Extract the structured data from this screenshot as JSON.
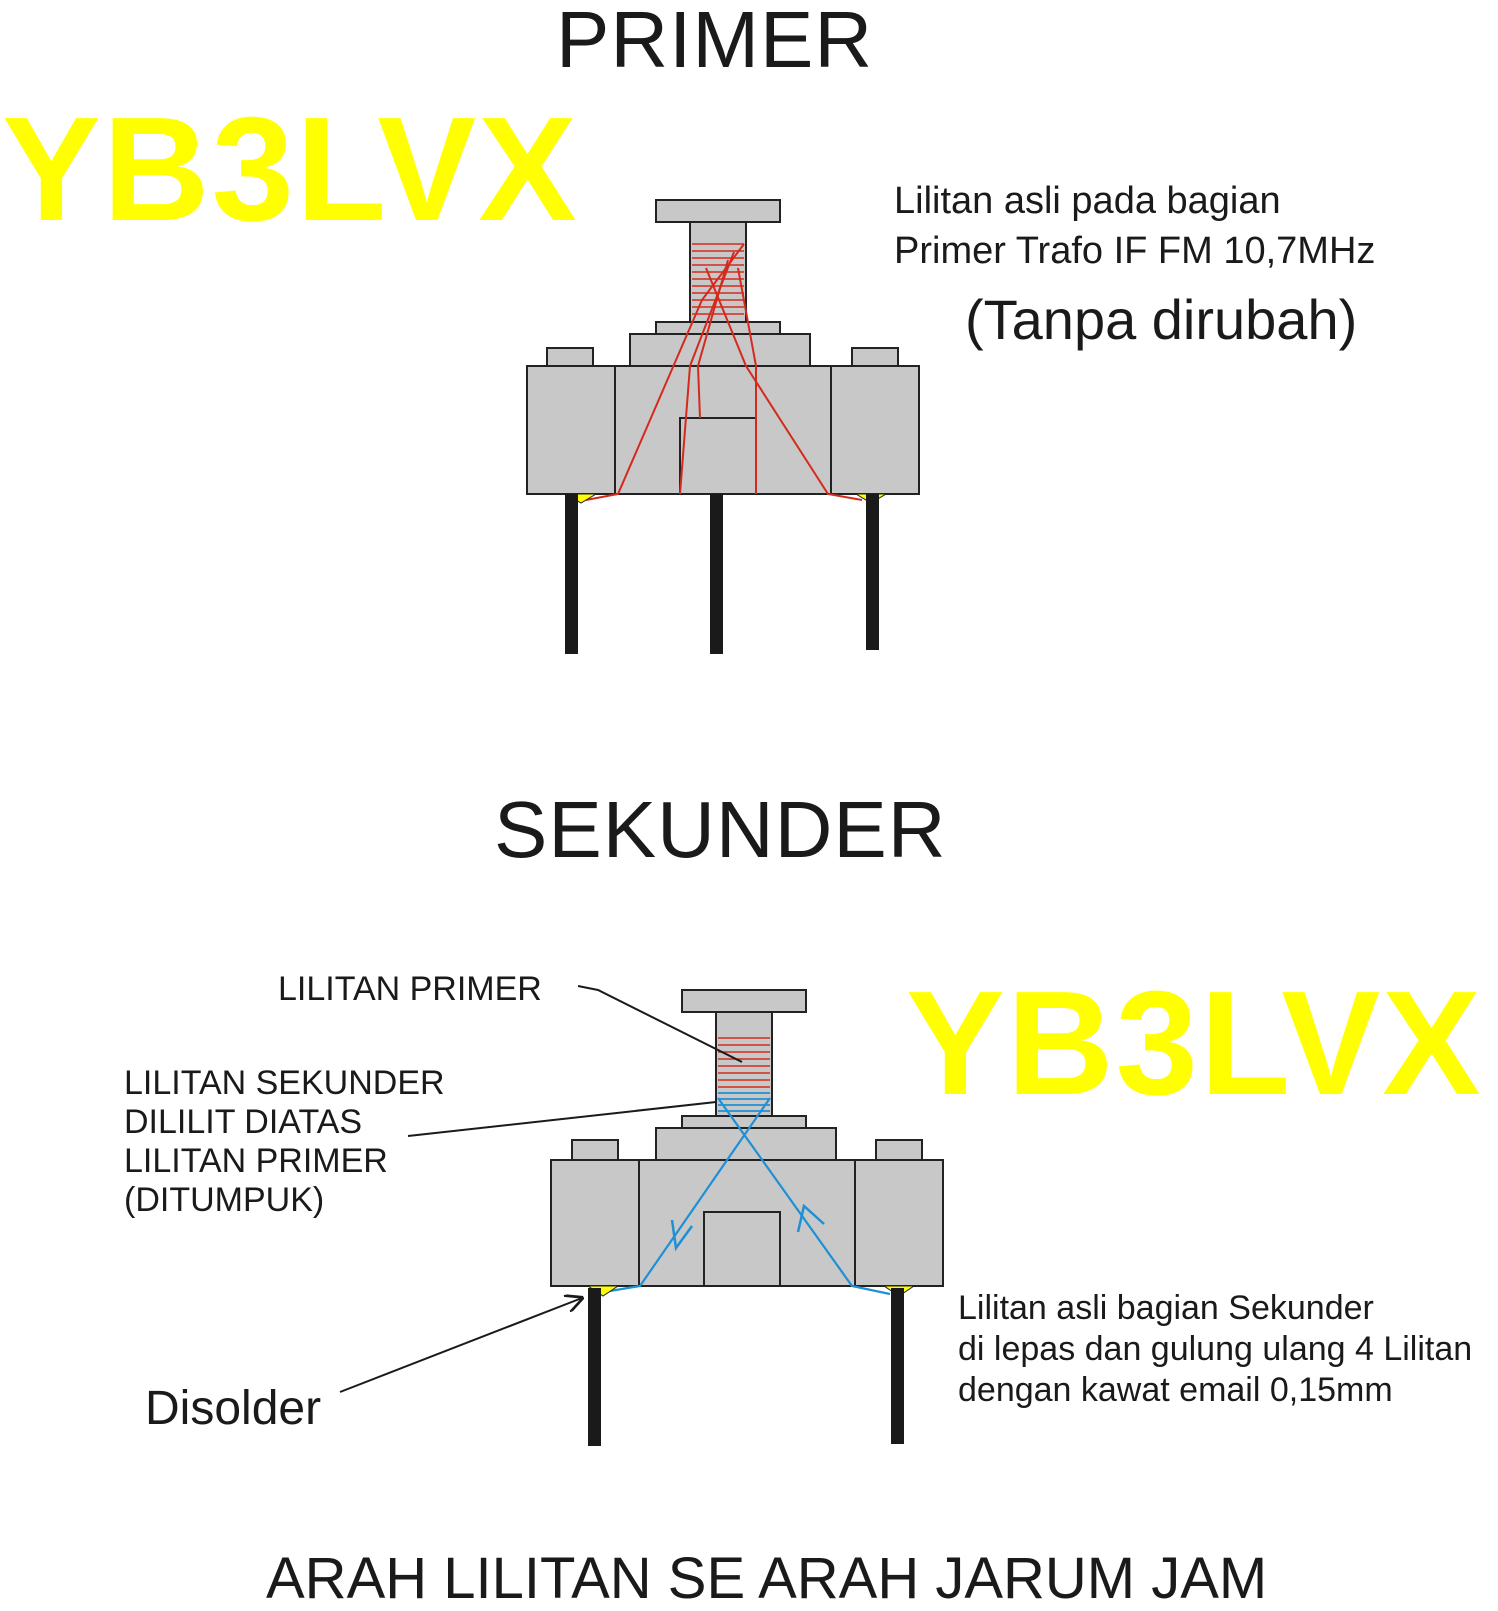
{
  "primer": {
    "title": "PRIMER",
    "description_lines": [
      "Lilitan asli pada bagian",
      "Primer Trafo IF FM 10,7MHz"
    ],
    "note": "(Tanpa dirubah)"
  },
  "sekunder": {
    "title": "SEKUNDER",
    "label_primary": "LILITAN PRIMER",
    "label_secondary_lines": [
      "LILITAN SEKUNDER",
      "DILILIT DIATAS",
      "LILITAN PRIMER",
      "(DITUMPUK)"
    ],
    "label_disolder": "Disolder",
    "description_lines": [
      "Lilitan asli bagian Sekunder",
      "di lepas dan gulung ulang 4 Lilitan",
      "dengan kawat email 0,15mm"
    ]
  },
  "watermark": "YB3LVX",
  "footer": "ARAH LILITAN SE ARAH JARUM JAM",
  "colors": {
    "body_gray": "#c8c8c8",
    "outline": "#222222",
    "primary_wire": "#d42a1e",
    "secondary_wire": "#1e90d6",
    "solder": "#ffff00",
    "watermark": "#ffff00",
    "pin": "#1a1a1a"
  }
}
